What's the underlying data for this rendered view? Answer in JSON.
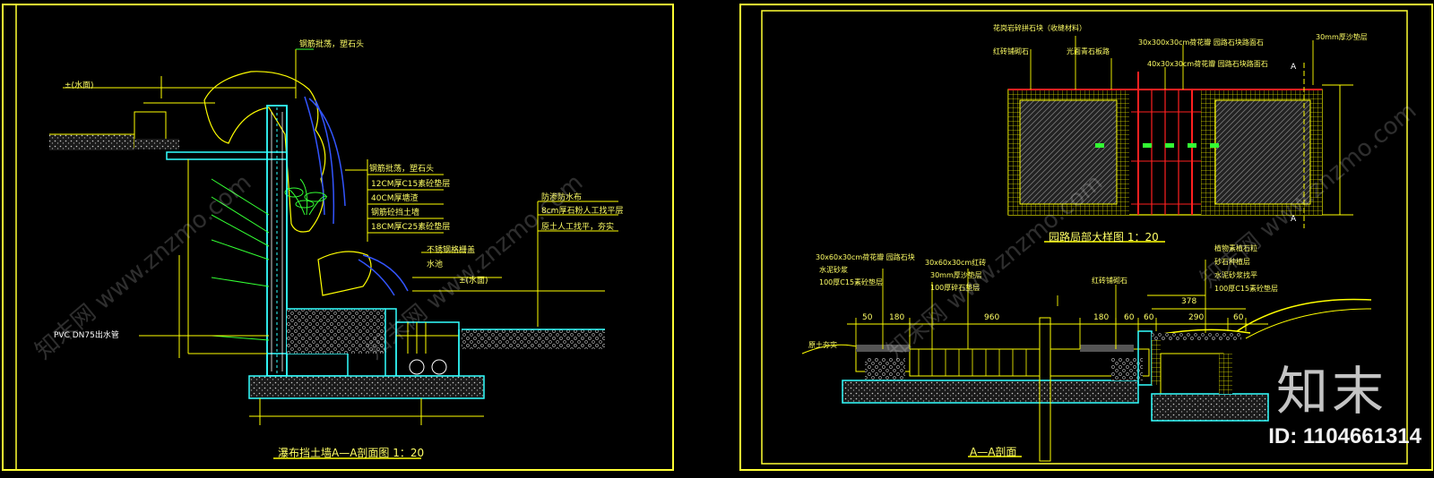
{
  "left_panel": {
    "title": "瀑布挡土墙A—A剖面图 1：20",
    "labels": {
      "stone_top": "钢筋批荡，塑石头",
      "stone_mid": "钢筋批荡，塑石头",
      "layer1": "12CM厚C15素砼垫层",
      "layer2": "40CM厚塘渣",
      "layer3": "钢筋砼挡土墙",
      "layer4": "18CM厚C25素砼垫层",
      "steel_grate": "不锈钢格栅盖",
      "water_pool": "水池",
      "membrane": "防渗防水布",
      "liner1": "8cm厚石粉人工找平层",
      "liner2": "原土人工找平，夯实",
      "pipe": "PVC DN75出水管",
      "level_top": "±(水面)",
      "level_water": "±(水面)"
    }
  },
  "right_panel": {
    "title_plan": "园路局部大样图 1：20",
    "title_section": "A—A剖面",
    "labels": {
      "top1": "花岗岩碎拼石块（收缝材料）",
      "top2": "光面青石板路",
      "top3": "30x300x30cm荷花瓣 园路石块路面石",
      "top4": "40x30x30cm荷花瓣 园路石块路面石",
      "top5": "30mm厚沙垫层",
      "top6": "红砖铺砌石",
      "sec1": "30x60x30cm荷花瓣 园路石块",
      "sec2": "水泥砂浆",
      "sec3": "100厚C15素砼垫层",
      "sec4": "30x60x30cm红砖",
      "sec5": "30mm厚沙垫层",
      "sec6": "100厚碎石垫层",
      "sec7": "红砖铺砌石",
      "r1": "植物素植石粒",
      "r2": "砂石种植层",
      "r3": "水泥砂浆找平",
      "r4": "100厚C15素砼垫层",
      "grass": "原土夯实",
      "dim_378": "378",
      "dim_50a": "50",
      "dim_180a": "180",
      "dim_960": "960",
      "dim_180b": "180",
      "dim_60a": "60",
      "dim_60b": "60",
      "dim_290": "290",
      "dim_60c": "60",
      "sec_mark_a": "A",
      "sec_mark_b": "A"
    }
  },
  "watermarks": {
    "text1": "知末网 www.znzmo.com",
    "text2": "知末网 www.znzmo.com",
    "text3": "知末网 www.znzmo.com",
    "text4": "知末网 www.znzmo.com",
    "brand": "知末",
    "id_label": "ID: 1104661314"
  },
  "colors": {
    "frame": "#ffff33",
    "line_yellow": "#ffff00",
    "line_cyan": "#33ffff",
    "line_green": "#33ff33",
    "line_red": "#ff2020",
    "line_blue": "#3355ff",
    "label": "#ffff66"
  }
}
